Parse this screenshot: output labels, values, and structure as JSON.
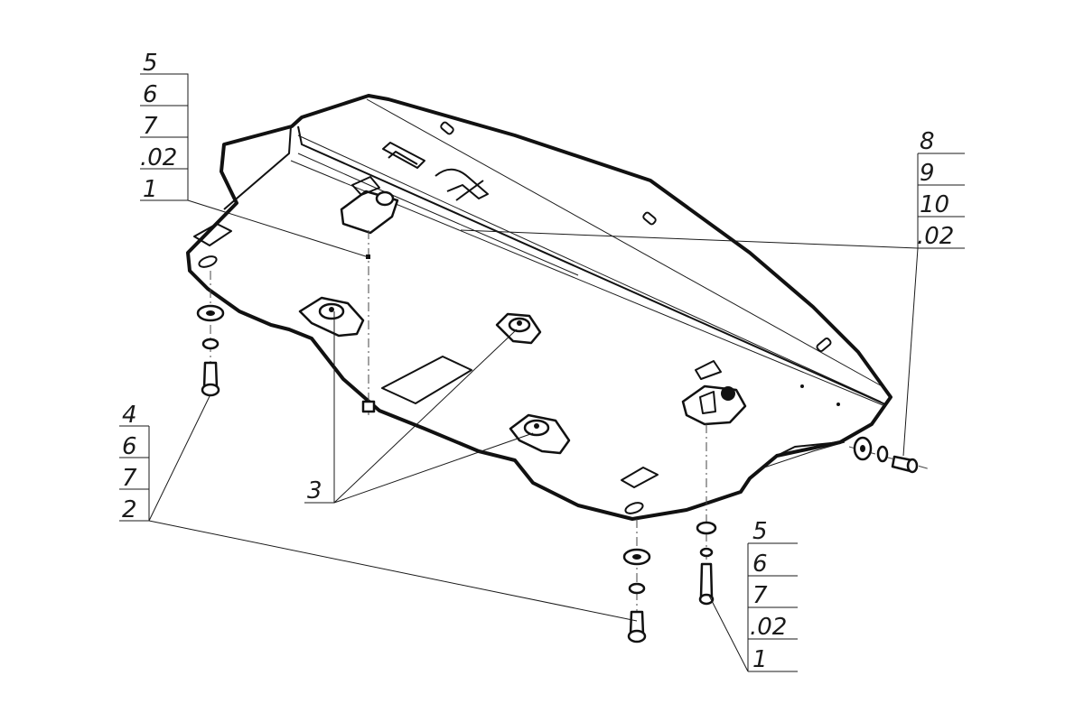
{
  "callouts": [
    {
      "id": "top-left",
      "labels": [
        "5",
        "6",
        "7",
        ".02",
        "1"
      ]
    },
    {
      "id": "top-right",
      "labels": [
        "8",
        "9",
        "10",
        ".02"
      ]
    },
    {
      "id": "left",
      "labels": [
        "4",
        "6",
        "7",
        "2"
      ]
    },
    {
      "id": "center",
      "labels": [
        "3"
      ]
    },
    {
      "id": "bottom-right",
      "labels": [
        "5",
        "6",
        "7",
        ".02",
        "1"
      ]
    }
  ]
}
